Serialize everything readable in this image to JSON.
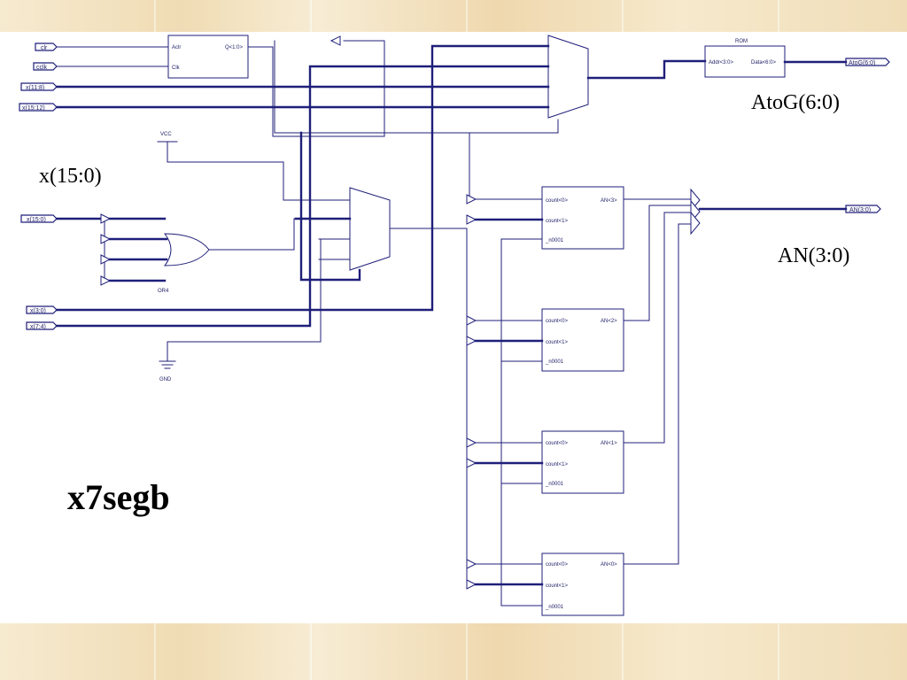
{
  "diagram": {
    "title": "x7segb",
    "annotations": {
      "x_in": "x(15:0)",
      "atog_out": "AtoG(6:0)",
      "an_out": "AN(3:0)"
    },
    "ports": {
      "clr": "clr",
      "cclk": "cclk",
      "x_11_8": "x(11:8)",
      "x_15_12": "x(15:12)",
      "x_15_0": "x(15:0)",
      "x_3_0": "x(3:0)",
      "x_7_4": "x(7:4)",
      "atog": "AtoG(6:0)",
      "an": "AN(3:0)"
    },
    "counter": {
      "aclr": "Aclr",
      "clk": "Clk",
      "q": "Q<1:0>"
    },
    "rom": {
      "title": "ROM",
      "addr": "Addr<3:0>",
      "data": "Data<6:0>"
    },
    "or_gate": "OR4",
    "vcc": "VCC",
    "gnd": "GND",
    "decoders": [
      {
        "c0": "count<0>",
        "c1": "count<1>",
        "n": "_n0001",
        "out": "AN<3>"
      },
      {
        "c0": "count<0>",
        "c1": "count<1>",
        "n": "_n0001",
        "out": "AN<2>"
      },
      {
        "c0": "count<0>",
        "c1": "count<1>",
        "n": "_n0001",
        "out": "AN<1>"
      },
      {
        "c0": "count<0>",
        "c1": "count<1>",
        "n": "_n0001",
        "out": "AN<0>"
      }
    ]
  }
}
